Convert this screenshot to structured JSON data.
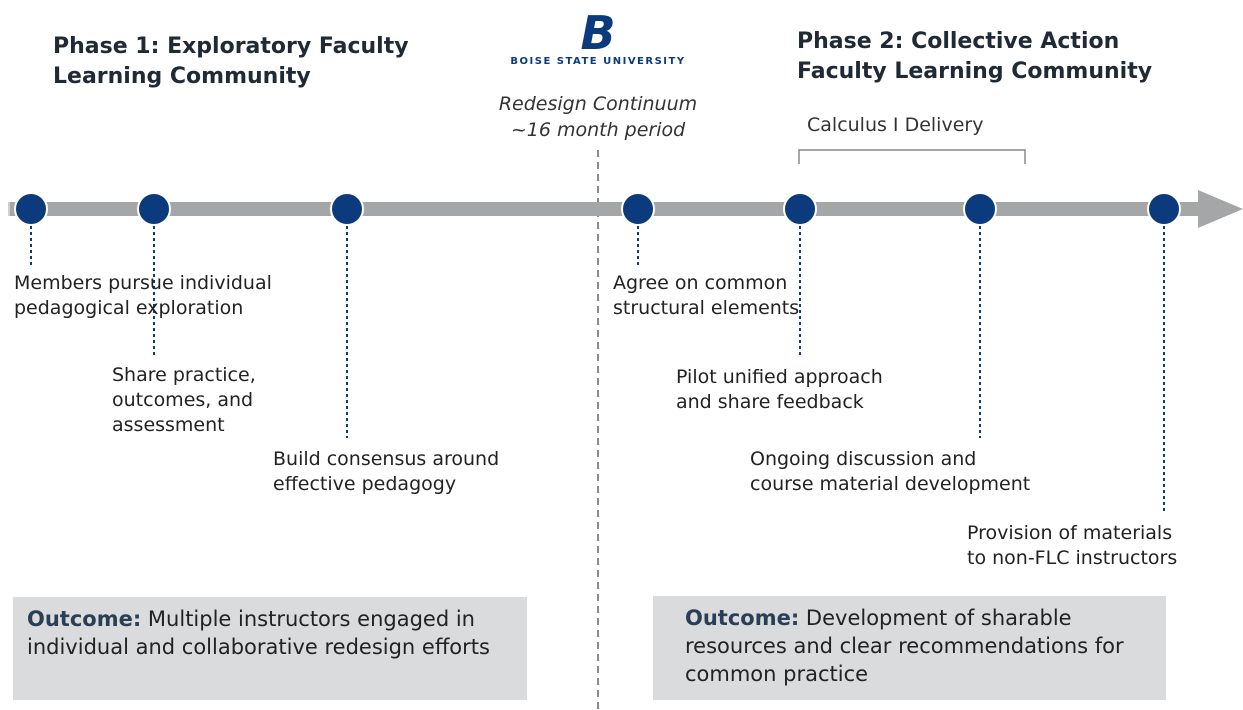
{
  "phase1": {
    "title": "Phase 1: Exploratory Faculty\nLearning Community"
  },
  "phase2": {
    "title": "Phase 2: Collective Action\nFaculty Learning Community"
  },
  "logo": {
    "letter": "B",
    "text": "BOISE STATE UNIVERSITY"
  },
  "continuum": {
    "line1": "Redesign Continuum",
    "line2": "~16 month period"
  },
  "calculus": {
    "label": "Calculus I Delivery"
  },
  "milestones": [
    {
      "text": "Members pursue individual\npedagogical exploration"
    },
    {
      "text": "Share practice,\noutcomes, and\nassessment"
    },
    {
      "text": "Build consensus around\neffective pedagogy"
    },
    {
      "text": "Agree on common\nstructural elements"
    },
    {
      "text": "Pilot unified approach\nand share feedback"
    },
    {
      "text": "Ongoing discussion and\ncourse material development"
    },
    {
      "text": "Provision of materials\nto non-FLC instructors"
    }
  ],
  "outcomes": [
    {
      "label": "Outcome:",
      "text": " Multiple instructors engaged in individual and collaborative redesign efforts"
    },
    {
      "label": "Outcome:",
      "text": " Development of sharable resources and clear recommendations for common practice"
    }
  ],
  "colors": {
    "timeline": "#a5a6a7",
    "node": "#0b3b7d",
    "connector": "#0b3b7d",
    "divider": "#8a8a8a",
    "box": "#dadbdc"
  }
}
